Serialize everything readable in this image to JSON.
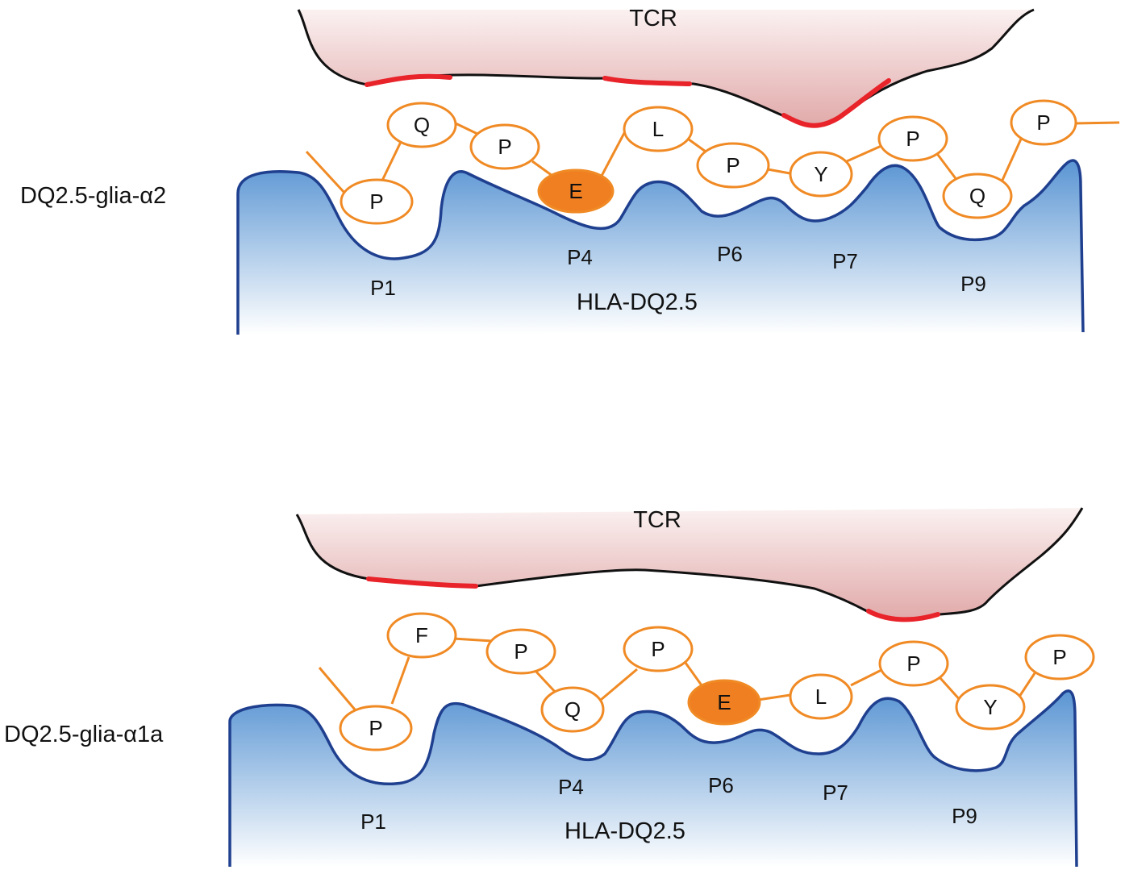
{
  "colors": {
    "tcr_fill_top": "#fbf1f1",
    "tcr_fill_bottom": "#e1a9a9",
    "tcr_outline": "#111111",
    "contact": "#e8232a",
    "mhc_fill_top": "#5a95d3",
    "mhc_fill_bottom": "#ffffff",
    "mhc_outline": "#1f3f8f",
    "peptide": "#f08a24",
    "anchor_fill": "#f07f22"
  },
  "panels": [
    {
      "row_label": "DQ2.5-glia-α2",
      "tcr_label": "TCR",
      "mhc_label": "HLA-DQ2.5",
      "residues": [
        "P",
        "Q",
        "P",
        "E",
        "L",
        "P",
        "Y",
        "P",
        "Q",
        "P"
      ],
      "anchor_residue_index": 3,
      "pockets": [
        "P1",
        "P4",
        "P6",
        "P7",
        "P9"
      ]
    },
    {
      "row_label": "DQ2.5-glia-α1a",
      "tcr_label": "TCR",
      "mhc_label": "HLA-DQ2.5",
      "residues": [
        "P",
        "F",
        "P",
        "Q",
        "P",
        "E",
        "L",
        "P",
        "Y",
        "P"
      ],
      "anchor_residue_index": 5,
      "pockets": [
        "P1",
        "P4",
        "P6",
        "P7",
        "P9"
      ]
    }
  ]
}
